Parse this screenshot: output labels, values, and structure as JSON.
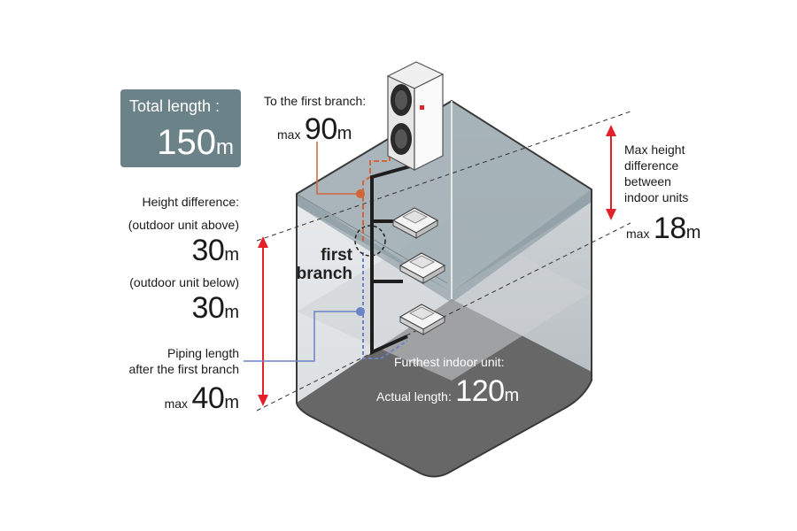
{
  "total": {
    "label": "Total length :",
    "value": "150",
    "unit": "m"
  },
  "first_branch_run": {
    "label": "To the first branch:",
    "prefix": "max",
    "value": "90",
    "unit": "m"
  },
  "branch_label": {
    "line1": "first",
    "line2": "branch"
  },
  "height_difference": {
    "label": "Height difference:",
    "above_label": "(outdoor unit above)",
    "above_value": "30",
    "above_unit": "m",
    "below_label": "(outdoor unit below)",
    "below_value": "30",
    "below_unit": "m"
  },
  "piping_after_branch": {
    "line1": "Piping length",
    "line2": "after the first branch",
    "prefix": "max",
    "value": "40",
    "unit": "m"
  },
  "indoor_height": {
    "line1": "Max height",
    "line2": "difference",
    "line3": "between",
    "line4": "indoor units",
    "prefix": "max",
    "value": "18",
    "unit": "m"
  },
  "furthest": {
    "label": "Furthest indoor unit:",
    "actual_label": "Actual length:",
    "value": "120",
    "unit": "m"
  },
  "colors": {
    "accent_red": "#e2212b",
    "orange_pipe": "#d2663a",
    "blue_pipe": "#6b82c4",
    "box_fill": "#6b8288"
  }
}
